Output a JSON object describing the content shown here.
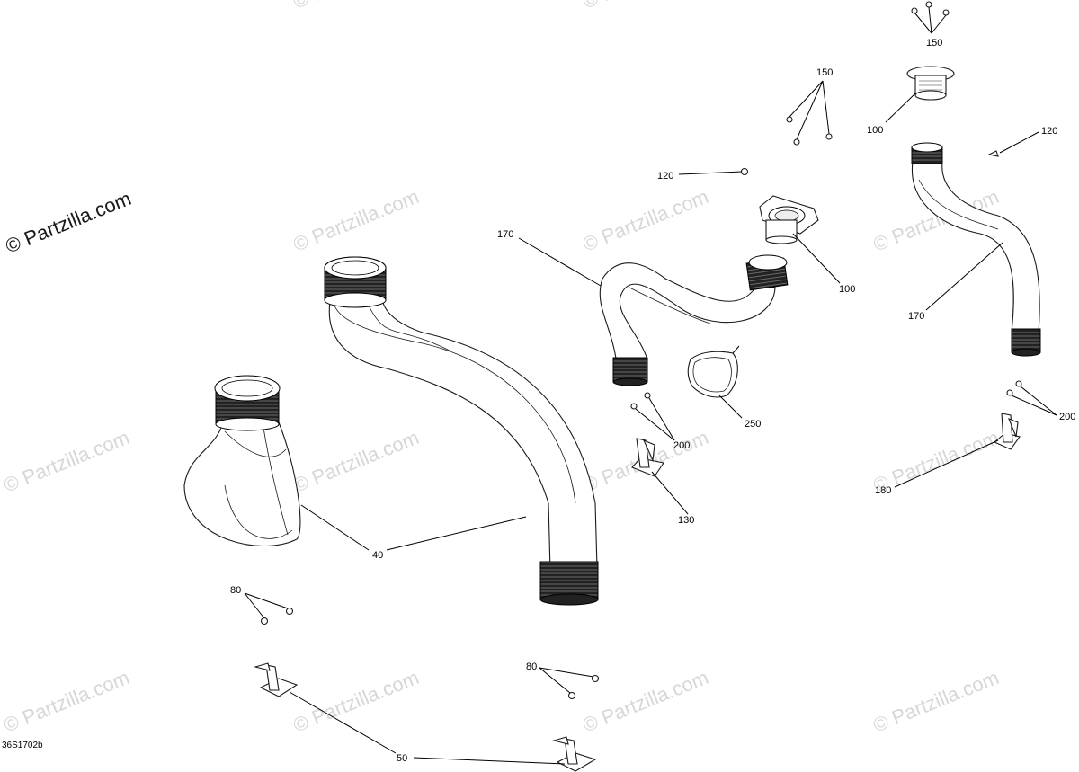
{
  "watermark_text": "© Partzilla.com",
  "drawing_code": "36S1702b",
  "callouts": [
    {
      "id": "c150a",
      "text": "150"
    },
    {
      "id": "c150b",
      "text": "150"
    },
    {
      "id": "c100a",
      "text": "100"
    },
    {
      "id": "c100b",
      "text": "100"
    },
    {
      "id": "c120a",
      "text": "120"
    },
    {
      "id": "c120b",
      "text": "120"
    },
    {
      "id": "c170a",
      "text": "170"
    },
    {
      "id": "c170b",
      "text": "170"
    },
    {
      "id": "c200a",
      "text": "200"
    },
    {
      "id": "c200b",
      "text": "200"
    },
    {
      "id": "c250",
      "text": "250"
    },
    {
      "id": "c130",
      "text": "130"
    },
    {
      "id": "c180",
      "text": "180"
    },
    {
      "id": "c40",
      "text": "40"
    },
    {
      "id": "c80a",
      "text": "80"
    },
    {
      "id": "c80b",
      "text": "80"
    },
    {
      "id": "c50",
      "text": "50"
    }
  ]
}
